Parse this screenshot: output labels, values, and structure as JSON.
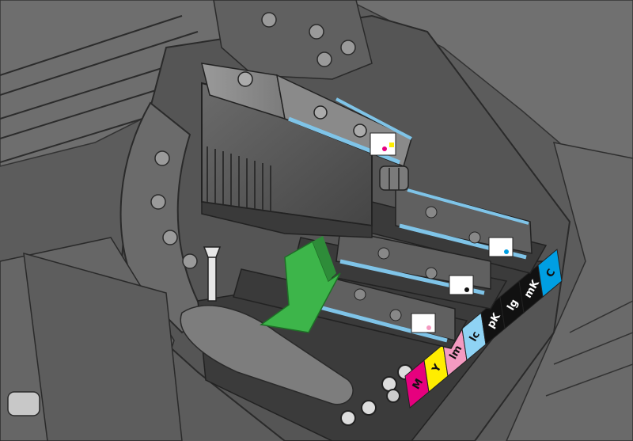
{
  "illustration": {
    "colors": {
      "dark_gray": "#3f3f3f",
      "mid_gray": "#5a5a5a",
      "light_gray": "#8a8a8a",
      "blue_accent": "#7fc4e8",
      "green_arrow": "#3db54a",
      "magenta": "#e6007e",
      "yellow": "#ffed00",
      "light_magenta": "#f49ac1",
      "light_cyan": "#8fd3f4",
      "cyan": "#009fe3",
      "black": "#111111"
    },
    "slots": [
      {
        "label": "M",
        "color": "#e6007e",
        "text_color": "#111111"
      },
      {
        "label": "Y",
        "color": "#ffed00",
        "text_color": "#111111"
      },
      {
        "label": "lm",
        "color": "#f49ac1",
        "text_color": "#111111"
      },
      {
        "label": "lc",
        "color": "#8fd3f4",
        "text_color": "#111111"
      },
      {
        "label": "pK",
        "color": "#111111",
        "text_color": "#ffffff"
      },
      {
        "label": "lg",
        "color": "#111111",
        "text_color": "#ffffff"
      },
      {
        "label": "mK",
        "color": "#111111",
        "text_color": "#ffffff"
      },
      {
        "label": "C",
        "color": "#009fe3",
        "text_color": "#111111"
      }
    ],
    "printheads": [
      {
        "name": "printhead-lm-lc"
      },
      {
        "name": "printhead-pk-lg"
      },
      {
        "name": "printhead-mk-c"
      },
      {
        "name": "printhead-m-y-inserting"
      }
    ],
    "arrow_icon": "down-arrow-icon"
  }
}
